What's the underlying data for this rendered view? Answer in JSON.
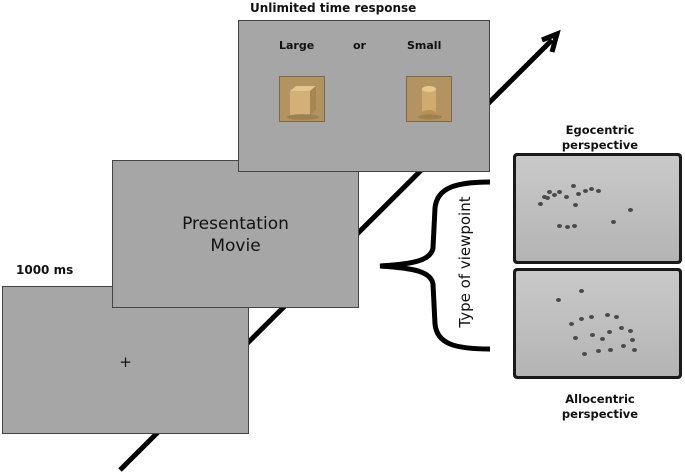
{
  "labels": {
    "response_header": "Unlimited time response",
    "fixation_duration": "1000 ms",
    "fixation_cross": "+",
    "movie_line1": "Presentation",
    "movie_line2": "Movie",
    "option_large": "Large",
    "option_or": "or",
    "option_small": "Small",
    "viewpoint_type": "Type of viewpoint",
    "ego_line1": "Egocentric",
    "ego_line2": "perspective",
    "allo_line1": "Allocentric",
    "allo_line2": "perspective"
  },
  "colors": {
    "screen_gray": "#a6a6a6",
    "object_wood": "#c7a46a",
    "monitor_frame": "#1a1a1a"
  }
}
